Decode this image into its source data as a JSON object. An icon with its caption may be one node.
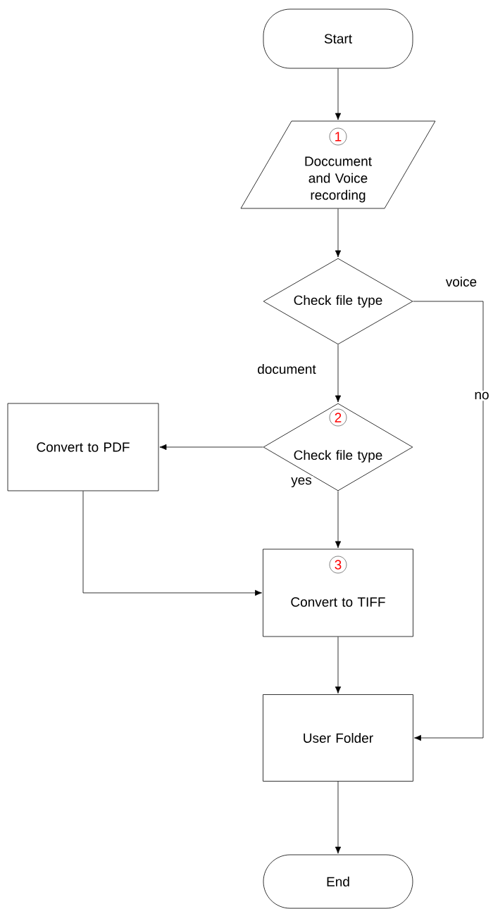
{
  "diagram": {
    "nodes": [
      {
        "text": [
          "Start"
        ]
      },
      {
        "text": [
          "1",
          "Doccument and Voice recording"
        ]
      },
      {
        "text": [
          "Check file type"
        ]
      },
      {
        "text": [
          "2",
          "Check file type"
        ]
      },
      {
        "text": [
          "Convert to PDF"
        ]
      },
      {
        "text": [
          "3",
          "Convert to TIFF"
        ]
      },
      {
        "text": [
          "User Folder"
        ]
      },
      {
        "text": [
          "End"
        ]
      }
    ],
    "edges": [
      {
        "from": 0,
        "to": 1,
        "arrow": "to"
      },
      {
        "from": 1,
        "to": 2,
        "arrow": "to"
      },
      {
        "from": 2,
        "to": 3,
        "arrow": "to",
        "label": "document"
      },
      {
        "from": 2,
        "to": 6,
        "arrow": "to",
        "label": "voice"
      },
      {
        "from": 3,
        "to": 4,
        "arrow": "to"
      },
      {
        "from": 3,
        "to": 5,
        "arrow": "to",
        "label": "yes"
      },
      {
        "from": 4,
        "to": 5,
        "arrow": "to"
      },
      {
        "from": 5,
        "to": 6,
        "arrow": "to"
      },
      {
        "from": 6,
        "to": 7,
        "arrow": "to"
      }
    ],
    "labels": [
      "no"
    ]
  }
}
